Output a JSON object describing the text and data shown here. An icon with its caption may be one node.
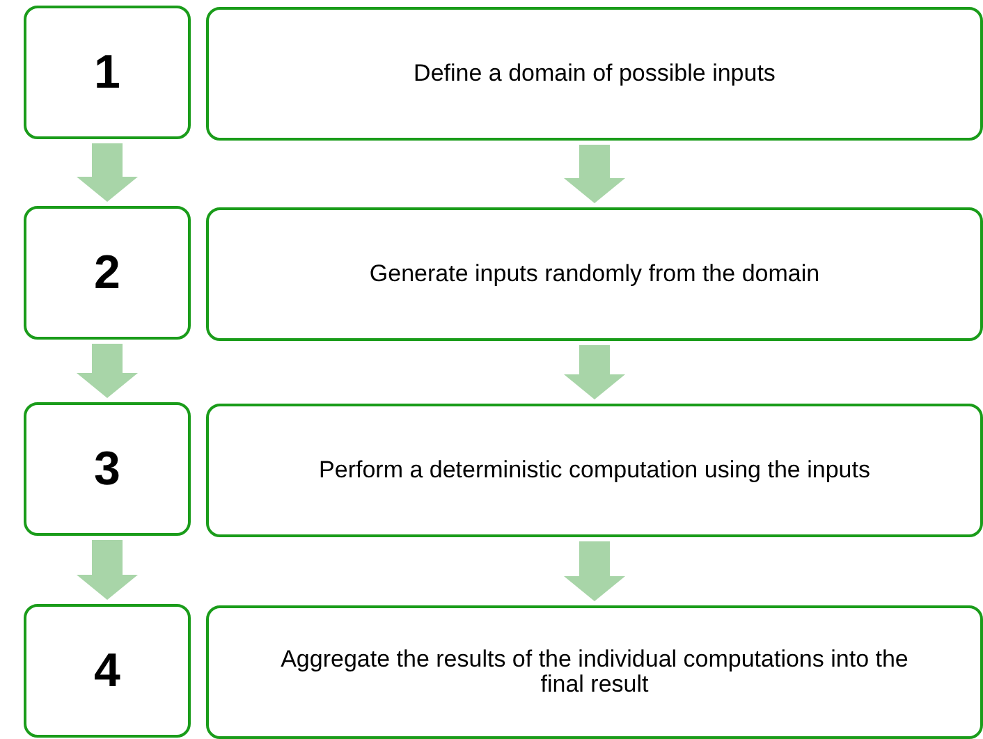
{
  "diagram": {
    "nodes": [
      {
        "text": [
          "1"
        ]
      },
      {
        "text": [
          "Define a domain of possible inputs"
        ]
      },
      {
        "text": [
          "2"
        ]
      },
      {
        "text": [
          "Generate inputs randomly from the domain"
        ]
      },
      {
        "text": [
          "3"
        ]
      },
      {
        "text": [
          "Perform a deterministic computation using the inputs"
        ]
      },
      {
        "text": [
          "4"
        ]
      },
      {
        "text": [
          "Aggregate the results of the individual computations into the final result"
        ]
      }
    ],
    "edges": [
      {
        "from": 0,
        "to": 2,
        "arrow": "to"
      },
      {
        "from": 1,
        "to": 3,
        "arrow": "to"
      },
      {
        "from": 2,
        "to": 4,
        "arrow": "to"
      },
      {
        "from": 3,
        "to": 5,
        "arrow": "to"
      },
      {
        "from": 4,
        "to": 6,
        "arrow": "to"
      },
      {
        "from": 5,
        "to": 7,
        "arrow": "to"
      }
    ]
  }
}
